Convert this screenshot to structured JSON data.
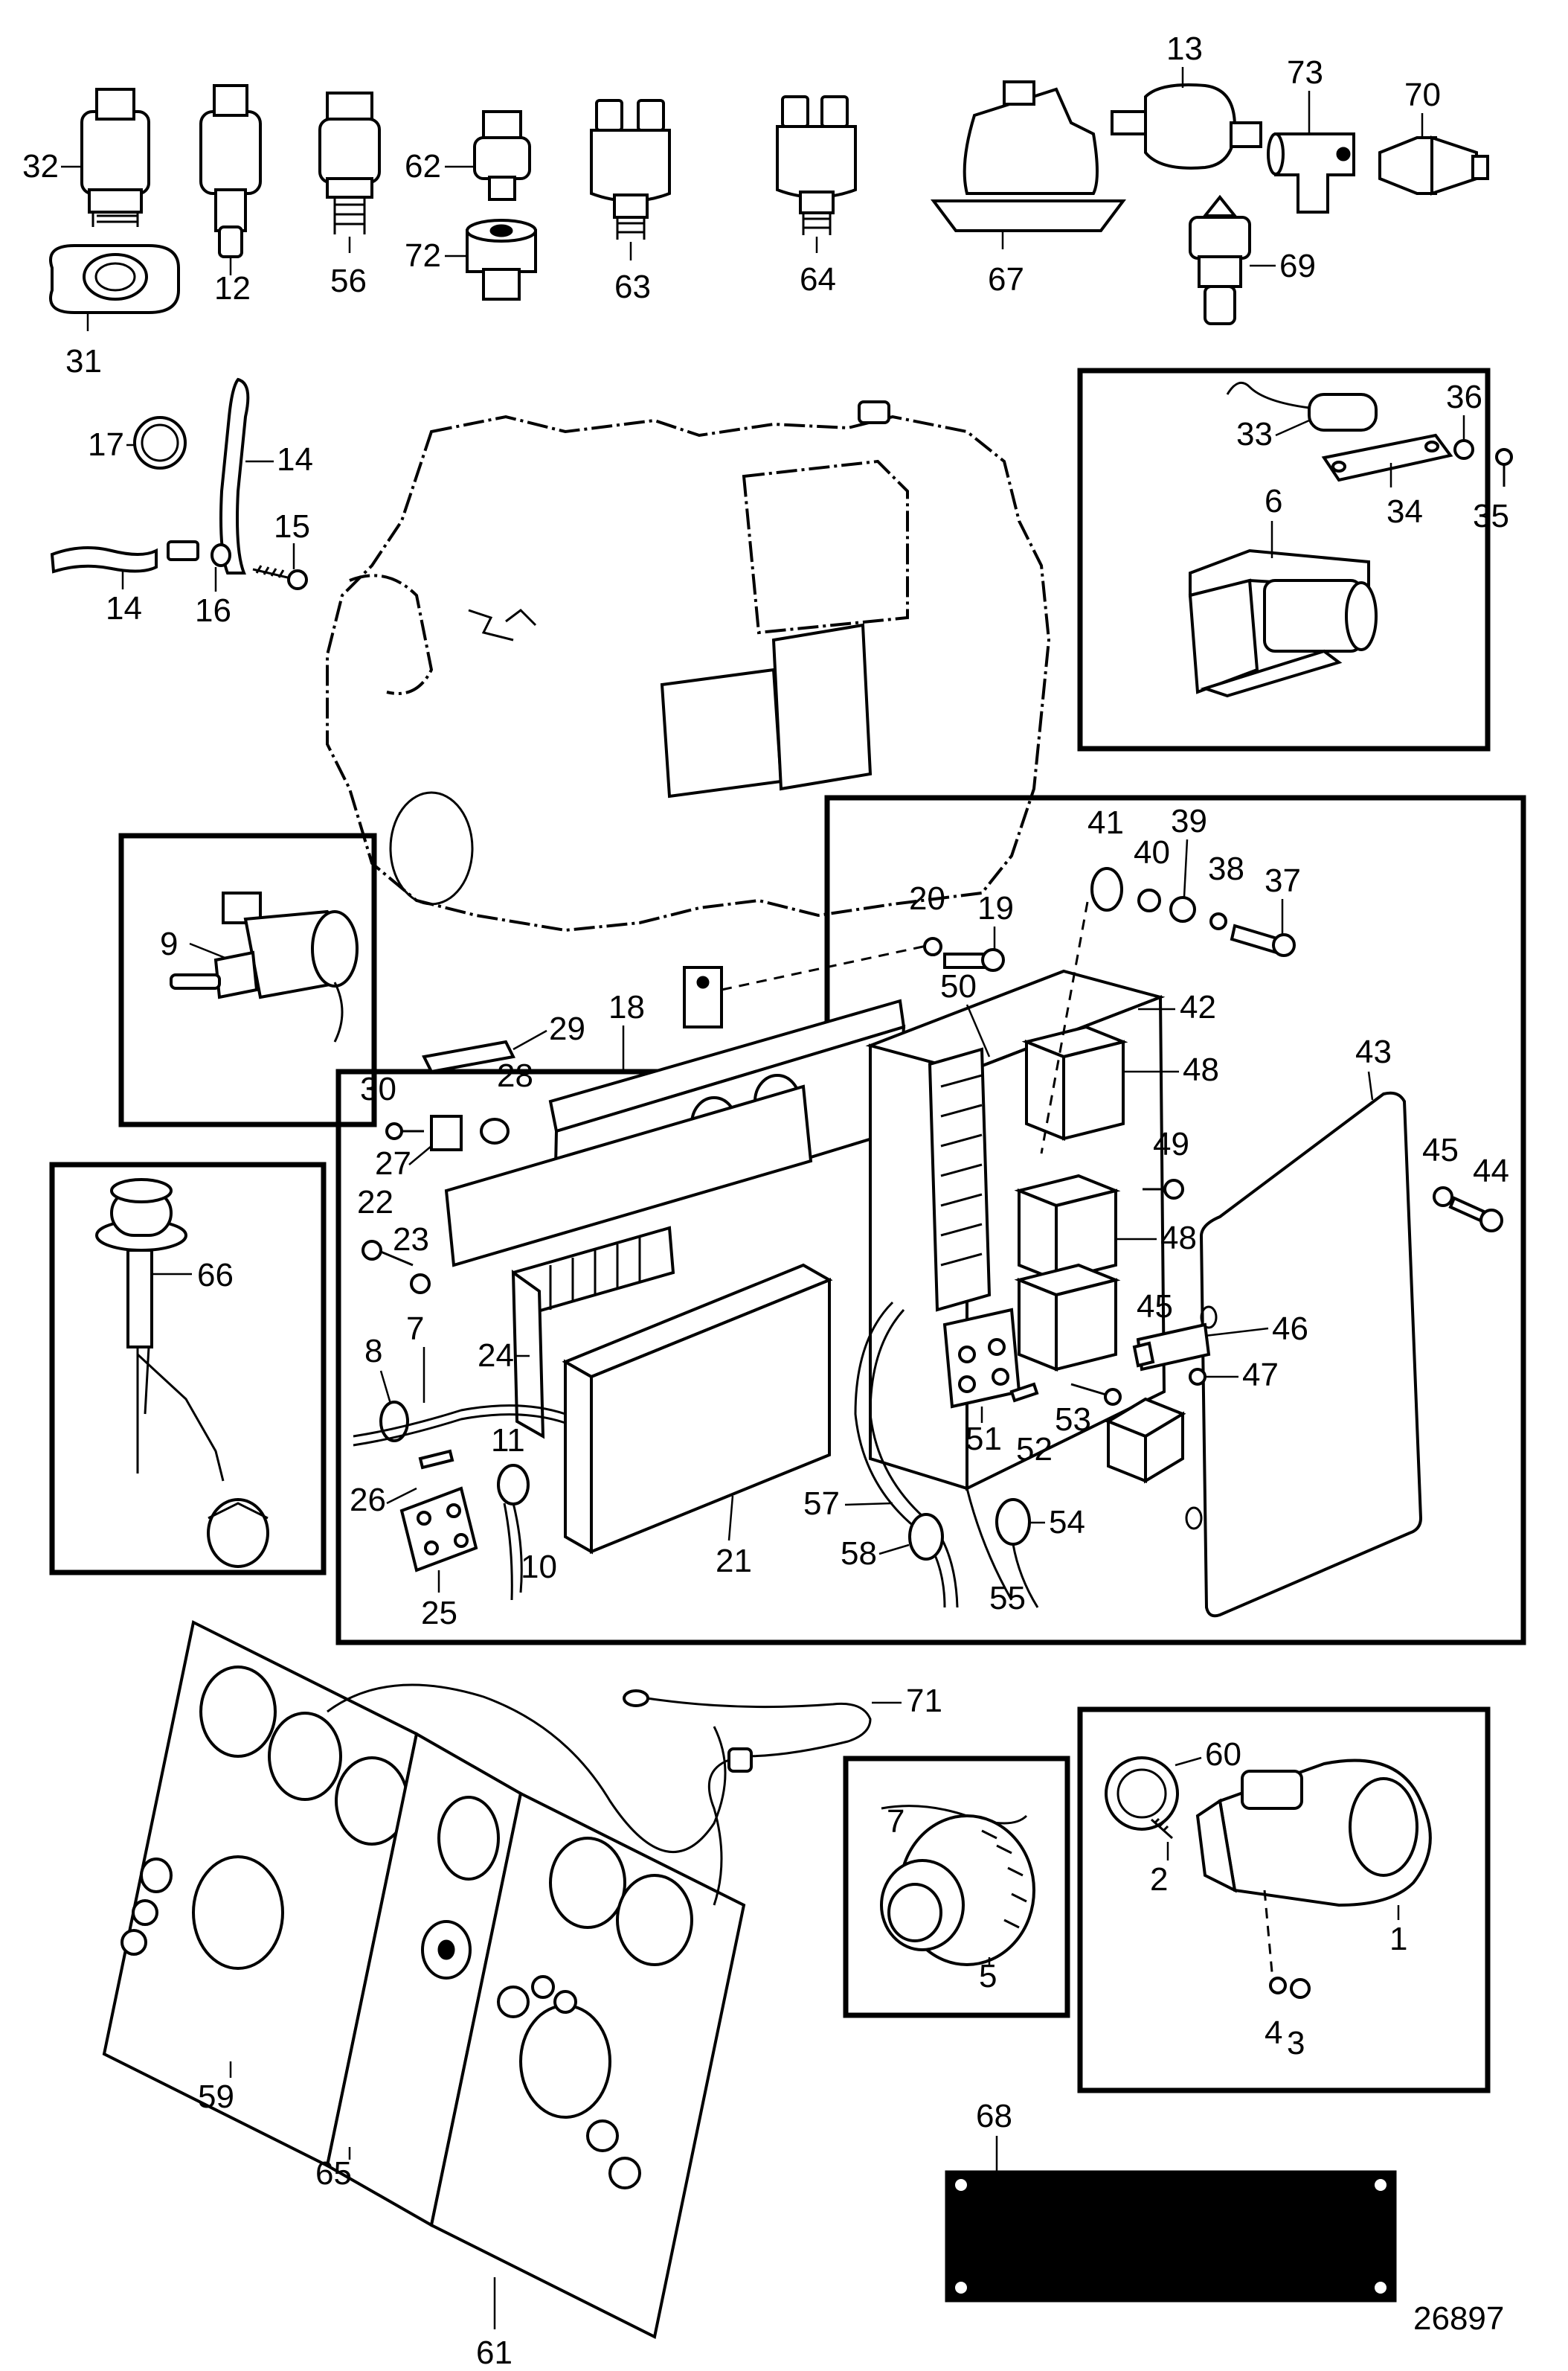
{
  "figure_number": "26897",
  "part_labels": {
    "p1": "1",
    "p2": "2",
    "p3": "3",
    "p4": "4",
    "p5": "5",
    "p6": "6",
    "p7a": "7",
    "p7b": "7",
    "p8": "8",
    "p9": "9",
    "p10": "10",
    "p11": "11",
    "p12": "12",
    "p13": "13",
    "p14a": "14",
    "p14b": "14",
    "p15": "15",
    "p16": "16",
    "p17": "17",
    "p18": "18",
    "p19": "19",
    "p20": "20",
    "p21": "21",
    "p22": "22",
    "p23": "23",
    "p24": "24",
    "p25": "25",
    "p26": "26",
    "p27": "27",
    "p28": "28",
    "p29": "29",
    "p30": "30",
    "p31": "31",
    "p32": "32",
    "p33": "33",
    "p34": "34",
    "p35": "35",
    "p36": "36",
    "p37": "37",
    "p38": "38",
    "p39": "39",
    "p40": "40",
    "p41": "41",
    "p42": "42",
    "p43": "43",
    "p44": "44",
    "p45a": "45",
    "p45b": "45",
    "p46": "46",
    "p47": "47",
    "p48a": "48",
    "p48b": "48",
    "p49": "49",
    "p50": "50",
    "p51": "51",
    "p52": "52",
    "p53": "53",
    "p54": "54",
    "p55": "55",
    "p56": "56",
    "p57": "57",
    "p58": "58",
    "p59": "59",
    "p60": "60",
    "p61": "61",
    "p62": "62",
    "p63": "63",
    "p64": "64",
    "p65": "65",
    "p66": "66",
    "p67": "67",
    "p68": "68",
    "p69": "69",
    "p70": "70",
    "p72": "72",
    "p73": "73",
    "p71": "71"
  },
  "colors": {
    "ink": "#000000",
    "paper": "#ffffff"
  }
}
